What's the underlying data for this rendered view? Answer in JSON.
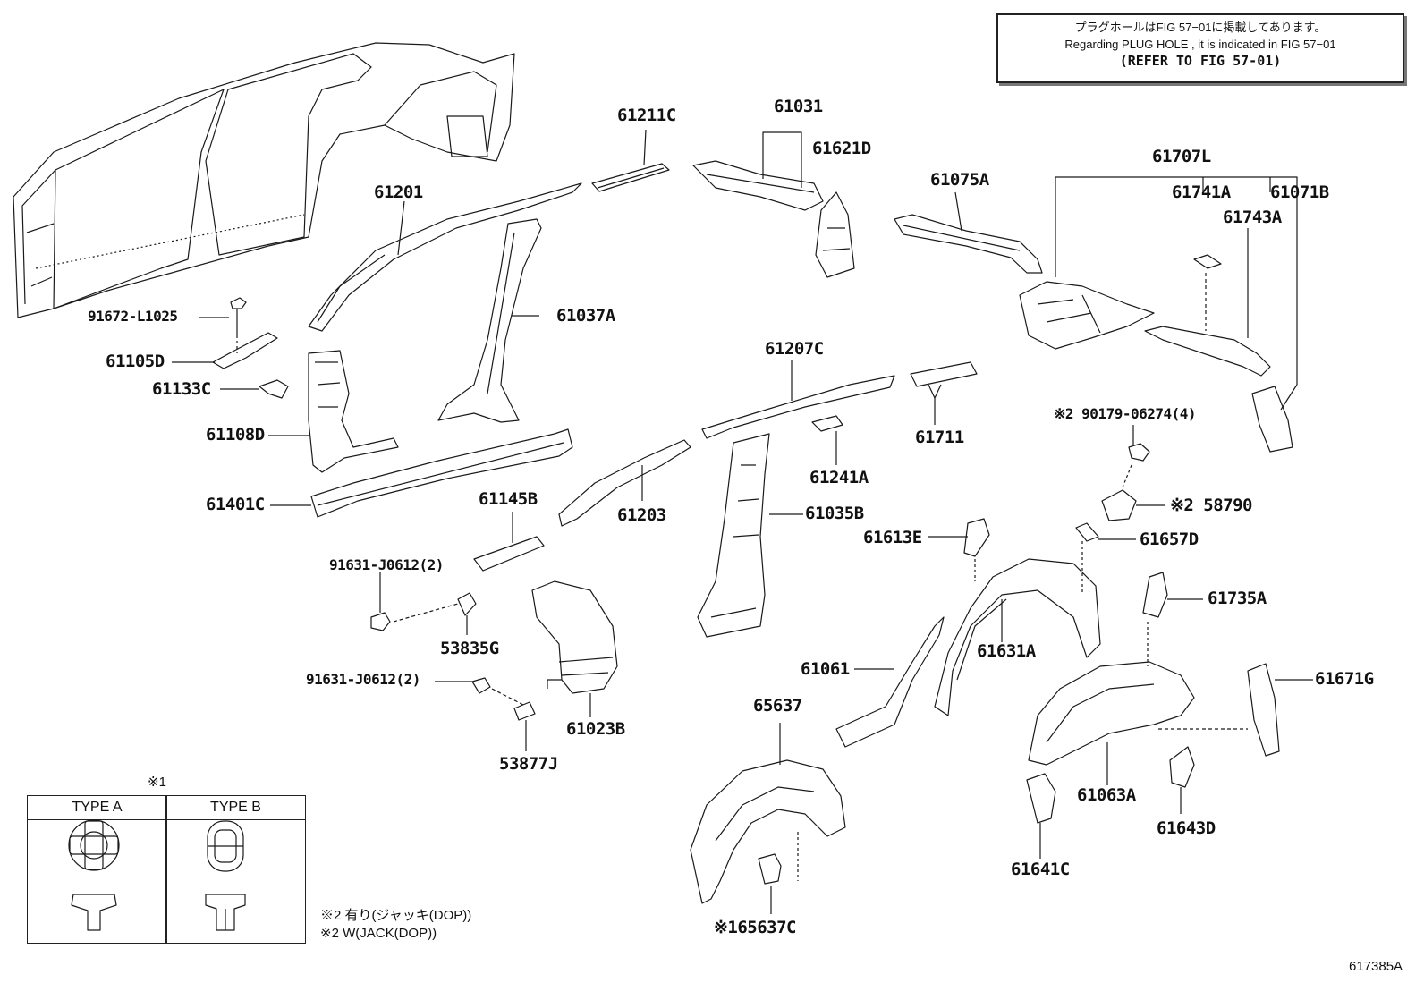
{
  "note": {
    "line1": "プラグホールはFIG 57−01に掲載してあります。",
    "line2": "Regarding PLUG HOLE , it is indicated in FIG 57−01",
    "line3": "(REFER TO FIG 57-01)"
  },
  "labels": {
    "l61211C": "61211C",
    "l61031": "61031",
    "l61621D": "61621D",
    "l61075A": "61075A",
    "l61707L": "61707L",
    "l61741A": "61741A",
    "l61071B": "61071B",
    "l61743A": "61743A",
    "l61201": "61201",
    "l91672": "91672-L1025",
    "l61037A": "61037A",
    "l61105D": "61105D",
    "l61133C": "61133C",
    "l61207C": "61207C",
    "l61108D": "61108D",
    "l61711": "61711",
    "l90179": "※2 90179-06274(4)",
    "l61241A": "61241A",
    "l61401C": "61401C",
    "l61145B": "61145B",
    "l61203": "61203",
    "l61035B": "61035B",
    "l58790": "※2 58790",
    "l61613E": "61613E",
    "l61657D": "61657D",
    "l91631a": "91631-J0612(2)",
    "l61735A": "61735A",
    "l53835G": "53835G",
    "l61631A": "61631A",
    "l61061": "61061",
    "l91631b": "91631-J0612(2)",
    "l61671G": "61671G",
    "l65637": "65637",
    "l61023B": "61023B",
    "l61063A": "61063A",
    "l53877J": "53877J",
    "l61643D": "61643D",
    "l61641C": "61641C",
    "l65637C": "※165637C"
  },
  "types": {
    "marker": "※1",
    "type_a": "TYPE A",
    "type_b": "TYPE B"
  },
  "footnotes": {
    "jp": "※2 有り(ジャッキ(DOP))",
    "en": "※2 W(JACK(DOP))"
  },
  "figure_id": "617385A"
}
